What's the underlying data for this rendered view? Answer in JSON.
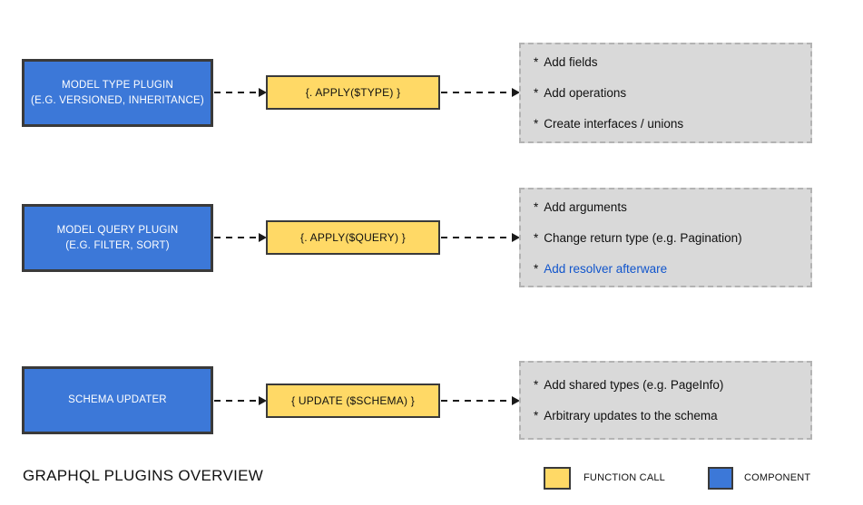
{
  "title": "GRAPHQL PLUGINS OVERVIEW",
  "bullet": "*",
  "colors": {
    "component": "#3c78d8",
    "function_call": "#ffd966",
    "notes_bg": "#d9d9d9",
    "notes_border": "#b3b3b3",
    "box_border": "#3a3a3a",
    "arrow": "#1a1a1a",
    "link_text": "#1155cc"
  },
  "rows": [
    {
      "component": {
        "line1": "MODEL TYPE PLUGIN",
        "line2": "(E.G. VERSIONED, INHERITANCE)"
      },
      "function_call": "{. APPLY($TYPE) }",
      "notes": [
        "Add fields",
        "Add operations",
        "Create interfaces / unions"
      ]
    },
    {
      "component": {
        "line1": "MODEL QUERY PLUGIN",
        "line2": "(E.G. FILTER, SORT)"
      },
      "function_call": "{. APPLY($QUERY) }",
      "notes": [
        "Add arguments",
        "Change return type (e.g. Pagination)",
        "Add resolver afterware"
      ]
    },
    {
      "component": {
        "line1": "SCHEMA UPDATER"
      },
      "function_call": "{ UPDATE ($SCHEMA) }",
      "notes": [
        "Add shared types (e.g. PageInfo)",
        "Arbitrary updates to the schema"
      ]
    }
  ],
  "legend": [
    {
      "label": "FUNCTION CALL"
    },
    {
      "label": "COMPONENT"
    }
  ]
}
